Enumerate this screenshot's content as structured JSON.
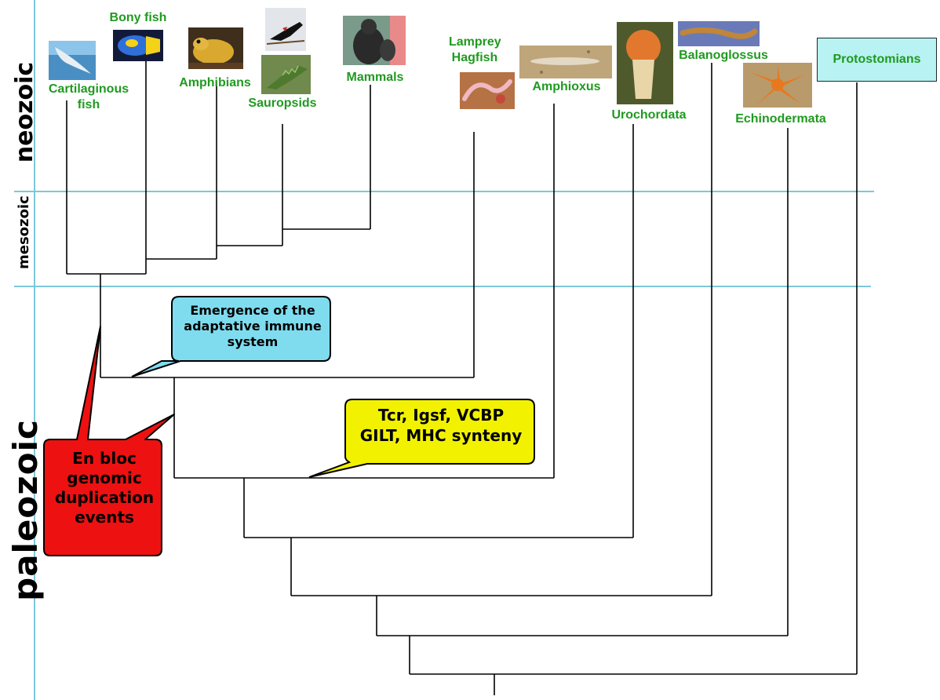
{
  "eras": {
    "neozoic": "neozoic",
    "mesozoic": "mesozoic",
    "paleozoic": "paleozoic"
  },
  "taxa": {
    "cartilaginous_fish": "Cartilaginous fish",
    "bony_fish": "Bony fish",
    "amphibians": "Amphibians",
    "sauropsids": "Sauropsids",
    "mammals": "Mammals",
    "lamprey_hagfish": "Lamprey Hagfish",
    "amphioxus": "Amphioxus",
    "urochordata": "Urochordata",
    "balanoglossus": "Balanoglossus",
    "echinodermata": "Echinodermata",
    "protostomians": "Protostomians"
  },
  "callouts": {
    "adaptive_immune": "Emergence of the adaptative immune system",
    "tcr_line1": "Tcr, Igsf, VCBP",
    "tcr_line2": "GILT, MHC synteny",
    "duplication": "En bloc genomic duplication events"
  },
  "colors": {
    "era_line": "#7cc8d8",
    "branch": "#000000",
    "taxon_label": "#1f9a1f",
    "immune_callout": "#7fdcef",
    "tcr_callout": "#f2f200",
    "duplication_callout": "#ee1111",
    "protostomians_box": "#b8f2f2"
  },
  "photos": {
    "cartilaginous_fish": "manta-ray-photo",
    "bony_fish": "angelfish-photo",
    "amphibians": "toad-photo",
    "sauropsids_bird": "blackbird-photo",
    "sauropsids_lizard": "iguana-photo",
    "mammals": "gorilla-photo",
    "lamprey_hagfish": "lamprey-photo",
    "amphioxus": "lancelet-photo",
    "urochordata": "sea-squirt-photo",
    "balanoglossus": "acorn-worm-photo",
    "echinodermata": "sea-star-photo"
  }
}
